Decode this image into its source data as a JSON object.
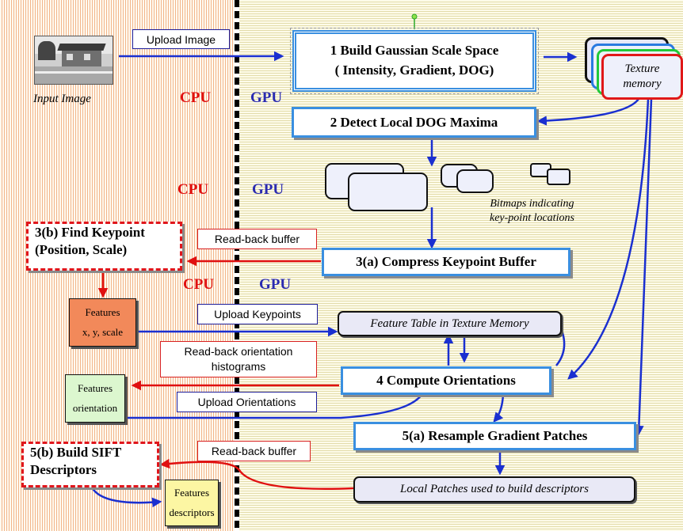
{
  "input_image": {
    "caption": "Input Image"
  },
  "region_labels": {
    "cpu": "CPU",
    "gpu": "GPU"
  },
  "steps": {
    "step1_line1": "1  Build Gaussian Scale Space",
    "step1_line2": "( Intensity,  Gradient,  DOG)",
    "step2": "2  Detect Local DOG Maxima",
    "step3a": "3(a)  Compress Keypoint Buffer",
    "step3b_line1": "3(b) Find Keypoint",
    "step3b_line2": "(Position, Scale)",
    "step4": "4  Compute Orientations",
    "step5a": "5(a)  Resample Gradient Patches",
    "step5b_line1": "5(b) Build SIFT",
    "step5b_line2": "Descriptors"
  },
  "transfer_labels": {
    "upload_image": "Upload Image",
    "read_back_buffer": "Read-back buffer",
    "upload_keypoints": "Upload Keypoints",
    "read_back_orientation_line1": "Read-back orientation",
    "read_back_orientation_line2": "histograms",
    "upload_orientations": "Upload Orientations",
    "read_back_buffer_2": "Read-back buffer"
  },
  "texture_memory": {
    "line1": "Texture",
    "line2": "memory"
  },
  "bitmaps_note": {
    "line1": "Bitmaps indicating",
    "line2": "key-point locations"
  },
  "feature_table": "Feature Table in Texture Memory",
  "local_patches": "Local Patches used to build descriptors",
  "feature_cards": {
    "kp_line1": "Features",
    "kp_line2": "x, y, scale",
    "or_line1": "Features",
    "or_line2": "orientation",
    "desc_line1": "Features",
    "desc_line2": "descriptors"
  },
  "colors": {
    "blue_arrow": "#1a2fd0",
    "red_arrow": "#e01010",
    "box_border": "#3a8fe0",
    "dashed_border": "#e0161c"
  }
}
